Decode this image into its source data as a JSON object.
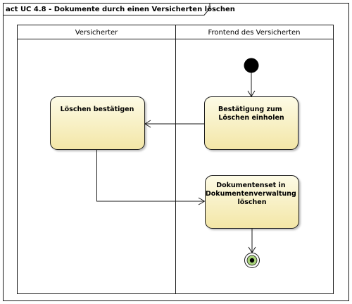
{
  "frame": {
    "title": "act UC 4.8 - Dokumente durch einen Versicherten löschen"
  },
  "lanes": [
    {
      "id": "versicherter",
      "title": "Versicherter"
    },
    {
      "id": "frontend",
      "title": "Frontend des Versicherten"
    }
  ],
  "actions": {
    "bestaetigung": [
      "Bestätigung zum",
      "Löschen einholen"
    ],
    "loeschen_bestaetigen": [
      "Löschen bestätigen"
    ],
    "dokumentenset": [
      "Dokumentenset in",
      "Dokumentenverwaltung",
      "löschen"
    ]
  },
  "colors": {
    "action_fill_top": "#fdfbe6",
    "action_fill_bottom": "#f3e6a6",
    "final_node_fill": "#a8d37a",
    "line": "#1a1a1a"
  }
}
